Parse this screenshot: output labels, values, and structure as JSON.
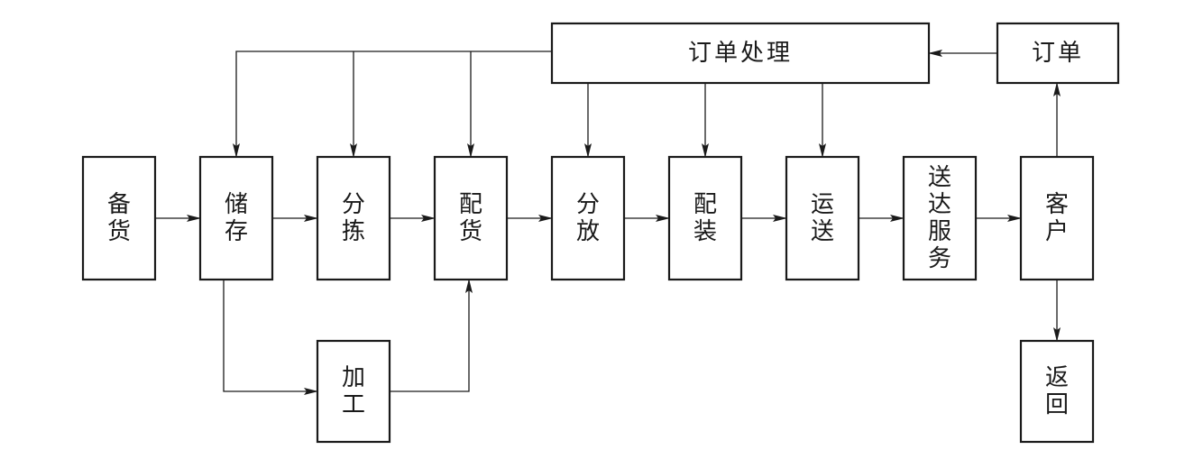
{
  "diagram": {
    "nodes": [
      {
        "id": "beihuo",
        "lines": [
          "备",
          "货"
        ]
      },
      {
        "id": "chucun",
        "lines": [
          "储",
          "存"
        ]
      },
      {
        "id": "fenjian",
        "lines": [
          "分",
          "拣"
        ]
      },
      {
        "id": "peihuo",
        "lines": [
          "配",
          "货"
        ]
      },
      {
        "id": "fenfang",
        "lines": [
          "分",
          "放"
        ]
      },
      {
        "id": "peizhuang",
        "lines": [
          "配",
          "装"
        ]
      },
      {
        "id": "yunsong",
        "lines": [
          "运",
          "送"
        ]
      },
      {
        "id": "songda",
        "lines": [
          "送",
          "达",
          "服",
          "务"
        ]
      },
      {
        "id": "kehu",
        "lines": [
          "客",
          "户"
        ]
      },
      {
        "id": "jiagong",
        "lines": [
          "加",
          "工"
        ]
      },
      {
        "id": "fanhui",
        "lines": [
          "返",
          "回"
        ]
      },
      {
        "id": "dingdan",
        "lines": [
          "订单"
        ]
      },
      {
        "id": "dingdan-chuli",
        "lines": [
          "订单处理"
        ]
      }
    ],
    "edges": [
      {
        "from": "beihuo",
        "to": "chucun"
      },
      {
        "from": "chucun",
        "to": "fenjian"
      },
      {
        "from": "fenjian",
        "to": "peihuo"
      },
      {
        "from": "peihuo",
        "to": "fenfang"
      },
      {
        "from": "fenfang",
        "to": "peizhuang"
      },
      {
        "from": "peizhuang",
        "to": "yunsong"
      },
      {
        "from": "yunsong",
        "to": "songda"
      },
      {
        "from": "songda",
        "to": "kehu"
      },
      {
        "from": "kehu",
        "to": "dingdan"
      },
      {
        "from": "kehu",
        "to": "fanhui"
      },
      {
        "from": "dingdan",
        "to": "dingdan-chuli"
      },
      {
        "from": "dingdan-chuli",
        "to": "chucun"
      },
      {
        "from": "dingdan-chuli",
        "to": "fenjian"
      },
      {
        "from": "dingdan-chuli",
        "to": "peihuo"
      },
      {
        "from": "dingdan-chuli",
        "to": "fenfang"
      },
      {
        "from": "dingdan-chuli",
        "to": "peizhuang"
      },
      {
        "from": "dingdan-chuli",
        "to": "yunsong"
      },
      {
        "from": "chucun",
        "to": "jiagong"
      },
      {
        "from": "jiagong",
        "to": "peihuo"
      }
    ]
  }
}
